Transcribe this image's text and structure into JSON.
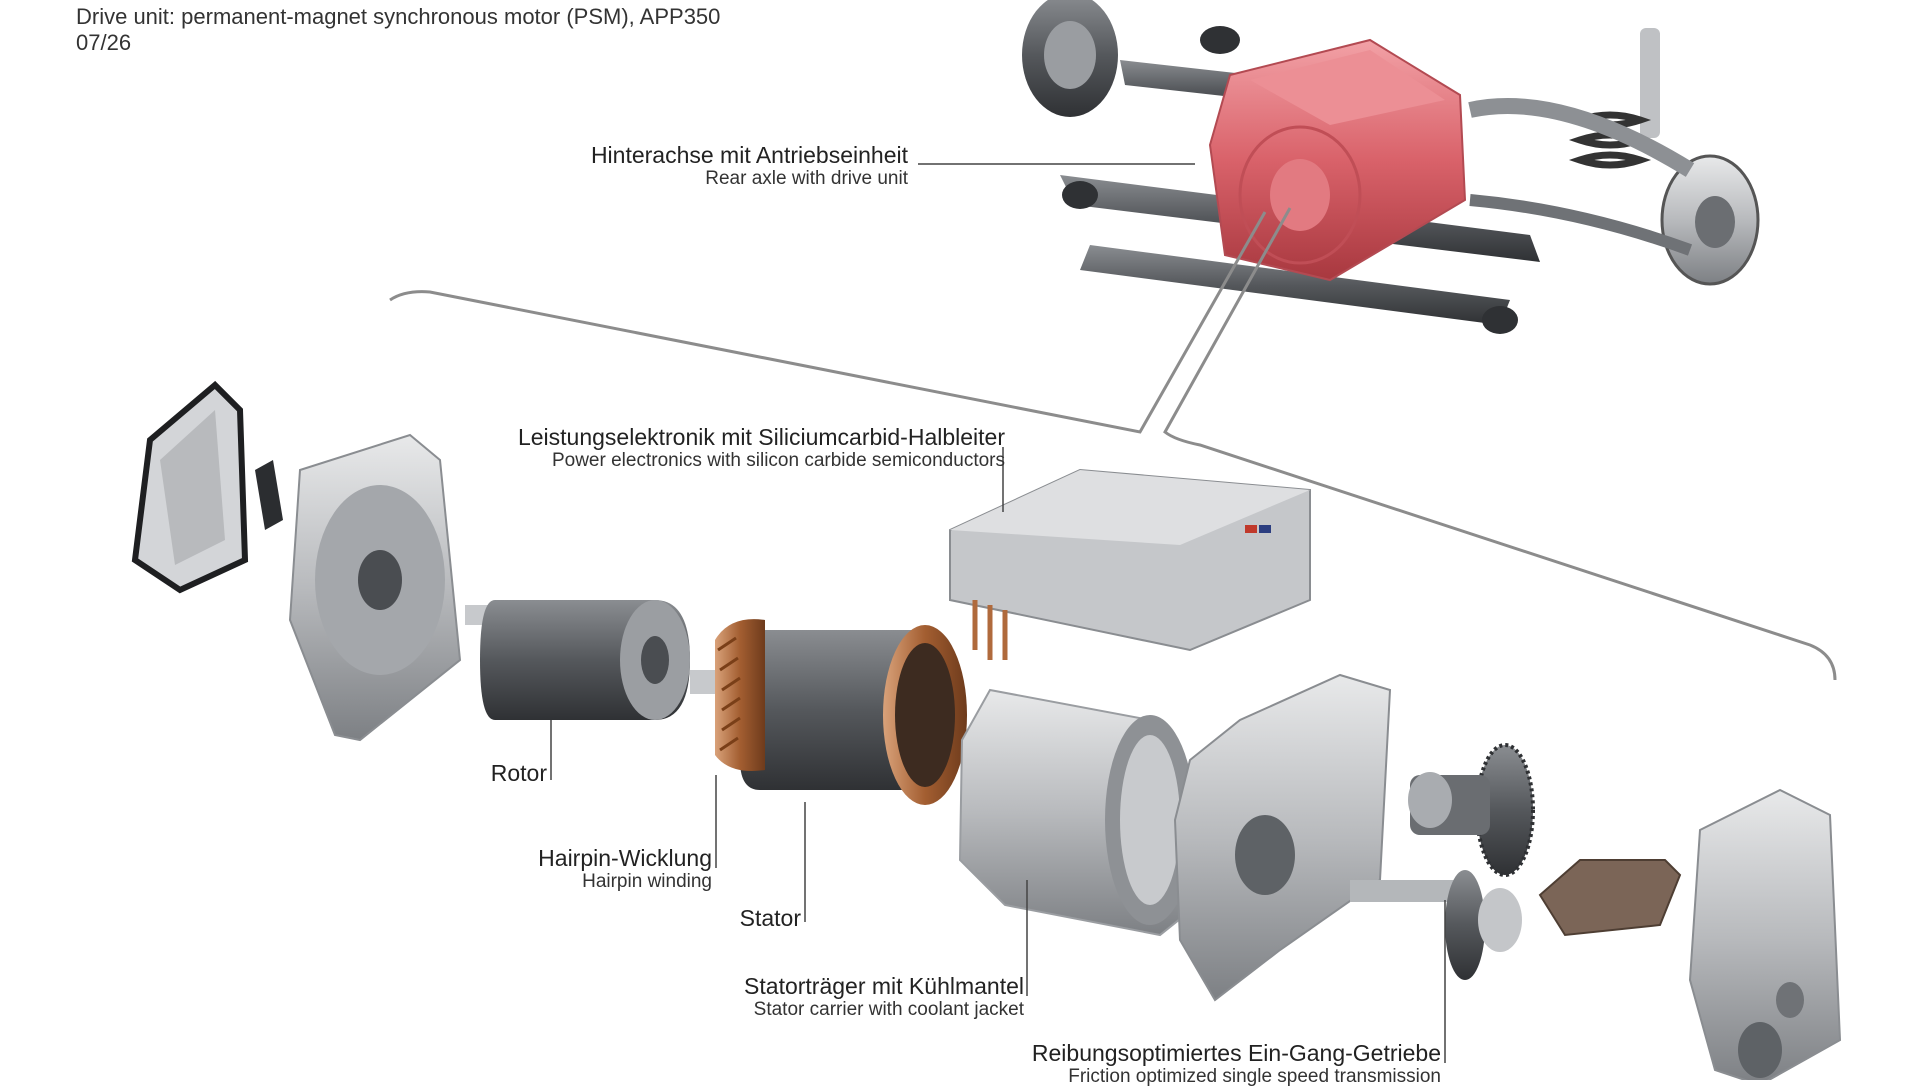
{
  "header": {
    "title": "Drive unit: permanent-magnet synchronous motor (PSM), APP350",
    "code": "07/26"
  },
  "labels": {
    "rear_axle": {
      "de": "Hinterachse mit Antriebseinheit",
      "en": "Rear axle with drive unit"
    },
    "power_electronics": {
      "de": "Leistungselektronik mit Siliciumcarbid-Halbleiter",
      "en": "Power electronics with silicon carbide semiconductors"
    },
    "rotor": {
      "de": "Rotor"
    },
    "hairpin": {
      "de": "Hairpin-Wicklung",
      "en": "Hairpin winding"
    },
    "stator": {
      "de": "Stator"
    },
    "stator_carrier": {
      "de": "Statorträger mit Kühlmantel",
      "en": "Stator carrier with coolant jacket"
    },
    "transmission": {
      "de": "Reibungsoptimiertes Ein-Gang-Getriebe",
      "en": "Friction optimized single speed transmission"
    }
  },
  "colors": {
    "drive_unit_red": "#d9626a",
    "copper": "#b06a3c",
    "aluminium": "#c9cbcd",
    "steel_dark": "#5e6266"
  }
}
